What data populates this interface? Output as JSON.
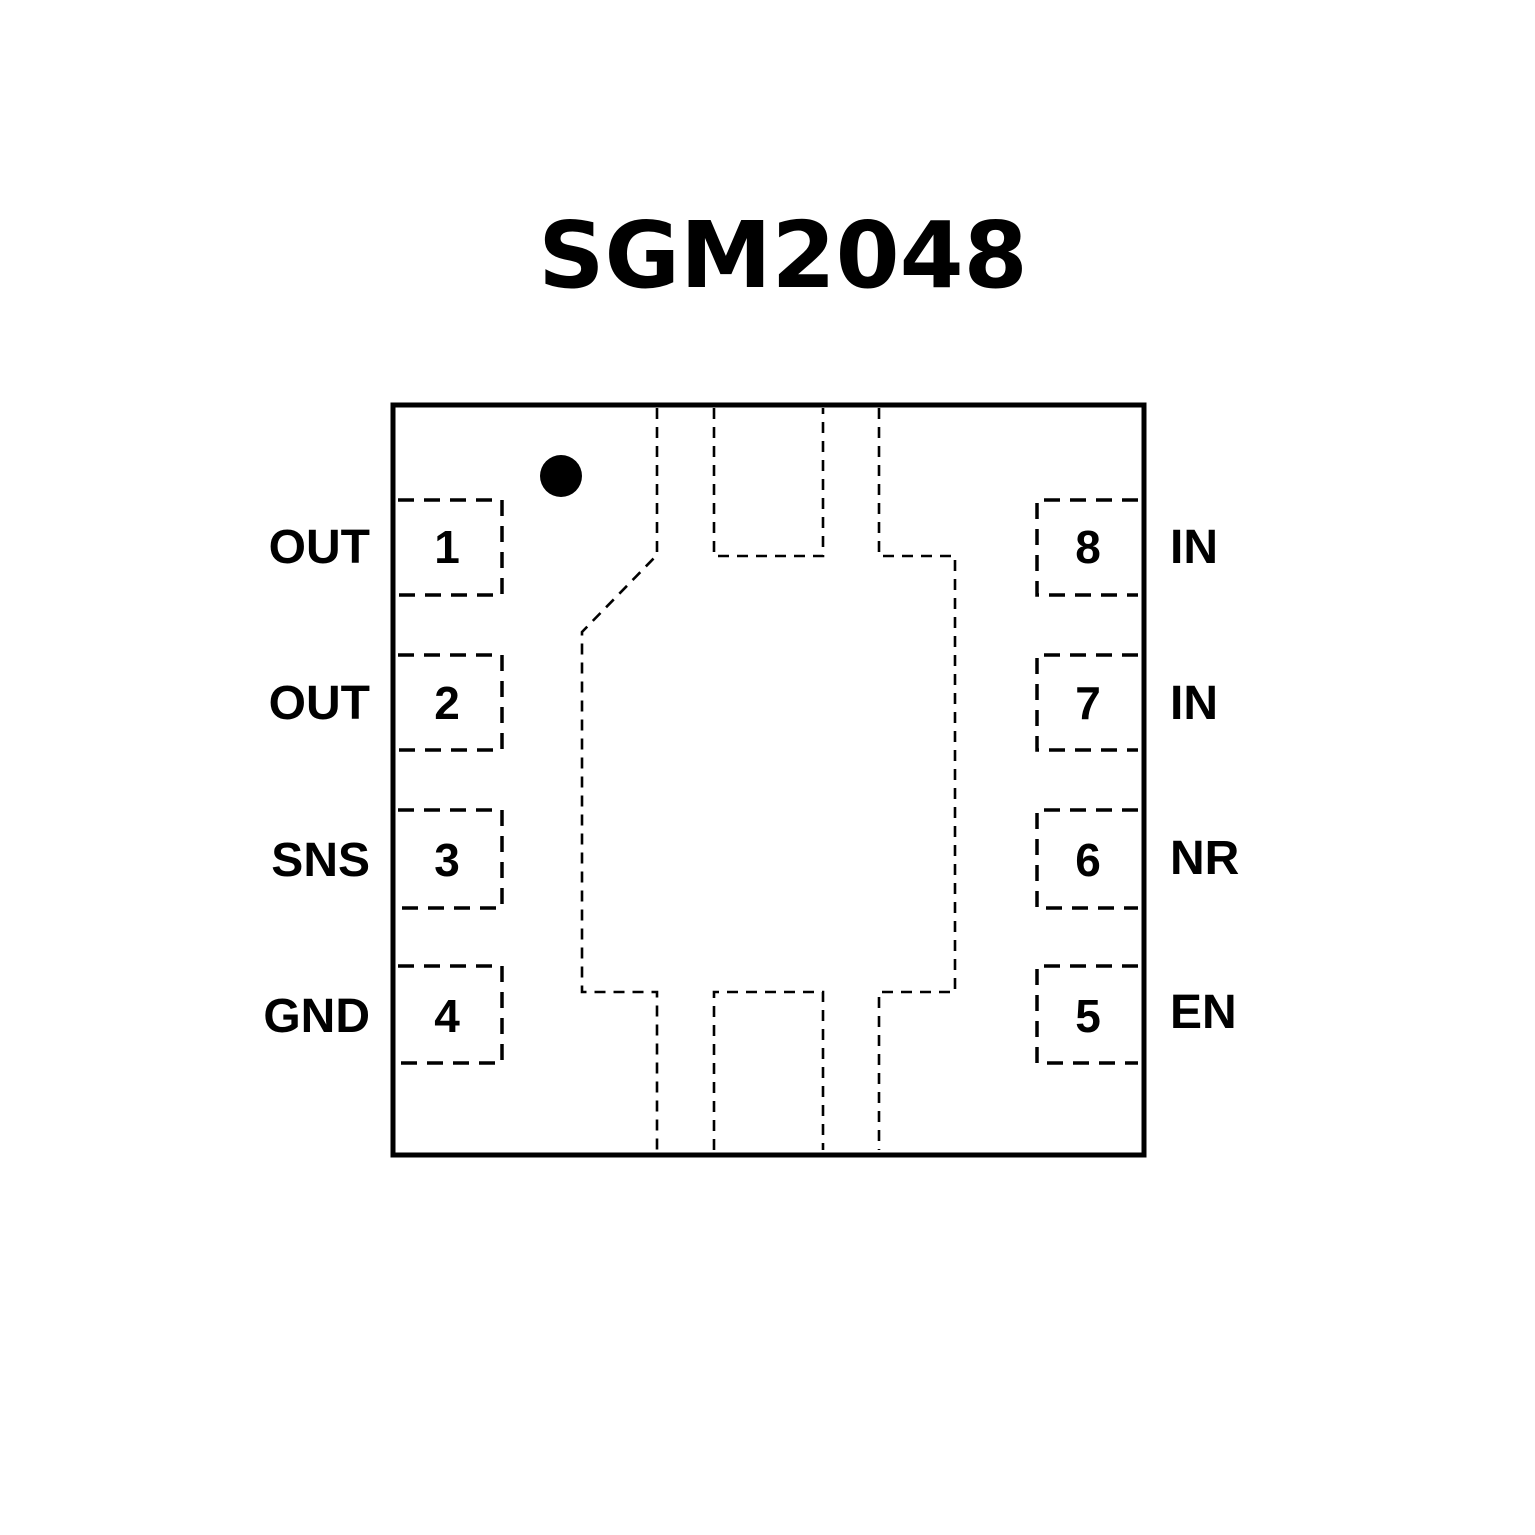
{
  "title": "SGM2048",
  "left_pins": [
    {
      "number": "1",
      "name": "OUT"
    },
    {
      "number": "2",
      "name": "OUT"
    },
    {
      "number": "3",
      "name": "SNS"
    },
    {
      "number": "4",
      "name": "GND"
    }
  ],
  "right_pins": [
    {
      "number": "8",
      "name": "IN"
    },
    {
      "number": "7",
      "name": "IN"
    },
    {
      "number": "6",
      "name": "NR"
    },
    {
      "number": "5",
      "name": "EN"
    }
  ]
}
